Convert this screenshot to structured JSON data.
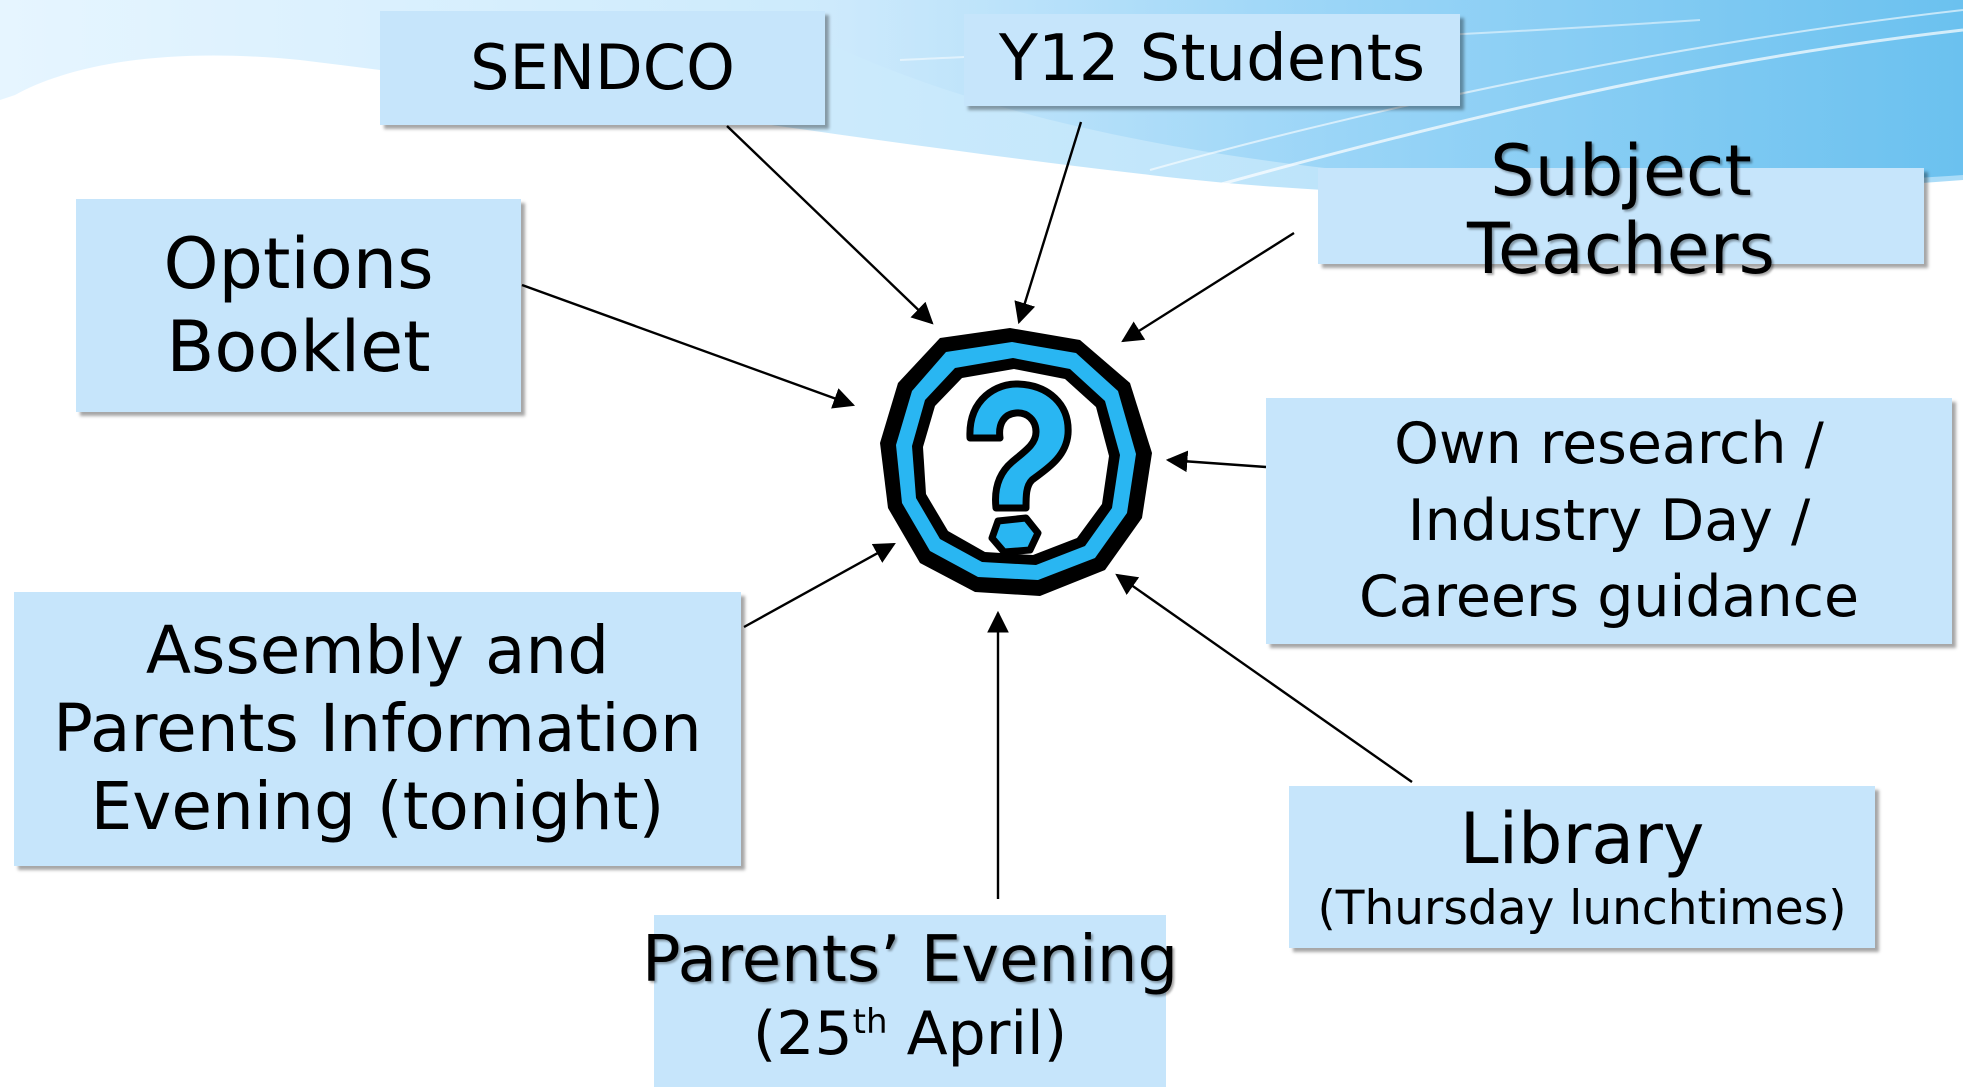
{
  "colors": {
    "box_fill": "#c6e5fb",
    "swoosh_light": "#d8efff",
    "swoosh_mid": "#8fd0f6",
    "swoosh_dark": "#52b6ec",
    "question_icon_fill": "#29b6f2",
    "arrow": "#000000"
  },
  "center_icon": "question-mark-icon",
  "nodes": {
    "sendco": {
      "lines": [
        "SENDCO"
      ]
    },
    "y12_students": {
      "lines": [
        "Y12 Students"
      ]
    },
    "subject_teachers": {
      "lines": [
        "Subject",
        "Teachers"
      ]
    },
    "options_booklet": {
      "lines": [
        "Options",
        "Booklet"
      ]
    },
    "own_research": {
      "lines": [
        "Own research /",
        "Industry Day /",
        "Careers guidance"
      ]
    },
    "assembly": {
      "lines": [
        "Assembly and",
        "Parents Information",
        "Evening (tonight)"
      ]
    },
    "library": {
      "title": "Library",
      "subtitle": "(Thursday lunchtimes)"
    },
    "parents_evening": {
      "title": "Parents’ Evening",
      "date_prefix": "(25",
      "date_sup": "th",
      "date_suffix": " April)"
    }
  }
}
